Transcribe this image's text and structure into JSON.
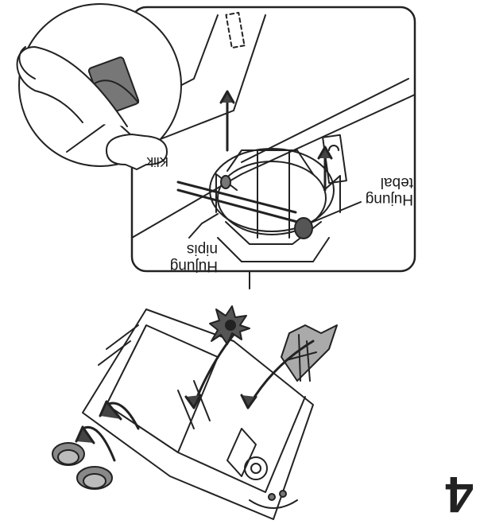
{
  "step_number": "4",
  "labels": {
    "tebal_line1": "Hujung",
    "tebal_line2": "tebal",
    "nipis_line1": "Hujung",
    "nipis_line2": "nipis",
    "klik": "Klik"
  }
}
